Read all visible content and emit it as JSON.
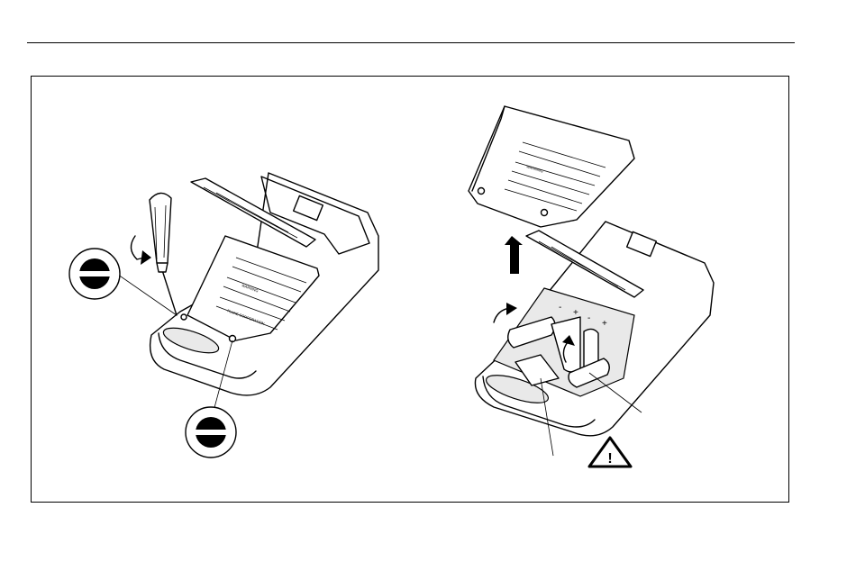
{
  "figure": {
    "left_panel": {
      "case_labels": [
        "WARNING",
        "FLUKE CORPORATION"
      ]
    },
    "right_panel": {
      "door_labels": [
        "WARNING"
      ],
      "battery_polarity": [
        "-",
        "+",
        "-",
        "+"
      ],
      "warning_symbol": "!"
    }
  }
}
